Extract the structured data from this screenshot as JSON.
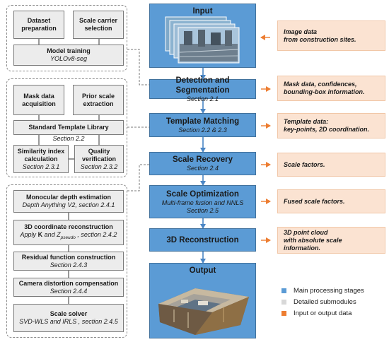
{
  "groups": {
    "g1": {
      "dataset": "Dataset preparation",
      "carrier": "Scale carrier selection",
      "model_title": "Model training",
      "model_sub": "YOLOv8-seg"
    },
    "g2": {
      "mask": "Mask data acquisition",
      "prior": "Prior scale extraction",
      "library_title": "Standard Template Library",
      "library_sub": "Section 2.2",
      "similarity_title": "Similarity index calculation",
      "similarity_sub": "Section 2.3.1",
      "quality_title": "Quality verification",
      "quality_sub": "Section 2.3.2"
    },
    "g3": {
      "depth_title": "Monocular depth estimation",
      "depth_sub": "Depth Anything V2, section 2.4.1",
      "coord_title": "3D coordinate reconstruction",
      "coord_sub_pre": "Apply ",
      "coord_sub_k": "K",
      "coord_sub_mid": " and Z",
      "coord_sub_subscript": "pseudo",
      "coord_sub_post": " , section 2.4.2",
      "residual_title": "Residual function construction",
      "residual_sub": "Section 2.4.3",
      "distortion_title": "Camera distortion compensation",
      "distortion_sub": "Section 2.4.4",
      "solver_title": "Scale solver",
      "solver_sub": "SVD-WLS and IRLS , section 2.4.5"
    }
  },
  "stages": {
    "input": "Input",
    "detection_title": "Detection and Segmentation",
    "detection_sub": "Section 2.1",
    "template_title": "Template Matching",
    "template_sub": "Section 2.2 & 2.3",
    "recovery_title": "Scale Recovery",
    "recovery_sub": "Section 2.4",
    "optimization_title": "Scale Optimization",
    "optimization_sub1": "Multi-frame fusion and NNLS",
    "optimization_sub2": "Section 2.5",
    "reconstruction_title": "3D Reconstruction",
    "output": "Output"
  },
  "io": {
    "input_l1": "Image data",
    "input_l2": "from construction sites.",
    "detection_l1": "Mask data, confidences,",
    "detection_l2": "bounding-box information.",
    "template_l1": "Template data:",
    "template_l2": "key-points, 2D coordination.",
    "recovery_l1": "Scale factors.",
    "optimization_l1": "Fused scale factors.",
    "reconstruction_l1": "3D point cloud",
    "reconstruction_l2": "with absolute scale information."
  },
  "legend": {
    "main": "Main processing stages",
    "detailed": "Detailed submodules",
    "io": "Input or output data"
  },
  "colors": {
    "stage_blue": "#5b9bd5",
    "submodule_gray": "#ececec",
    "io_orange": "#ed7d31",
    "io_fill": "#fbe3d2"
  }
}
